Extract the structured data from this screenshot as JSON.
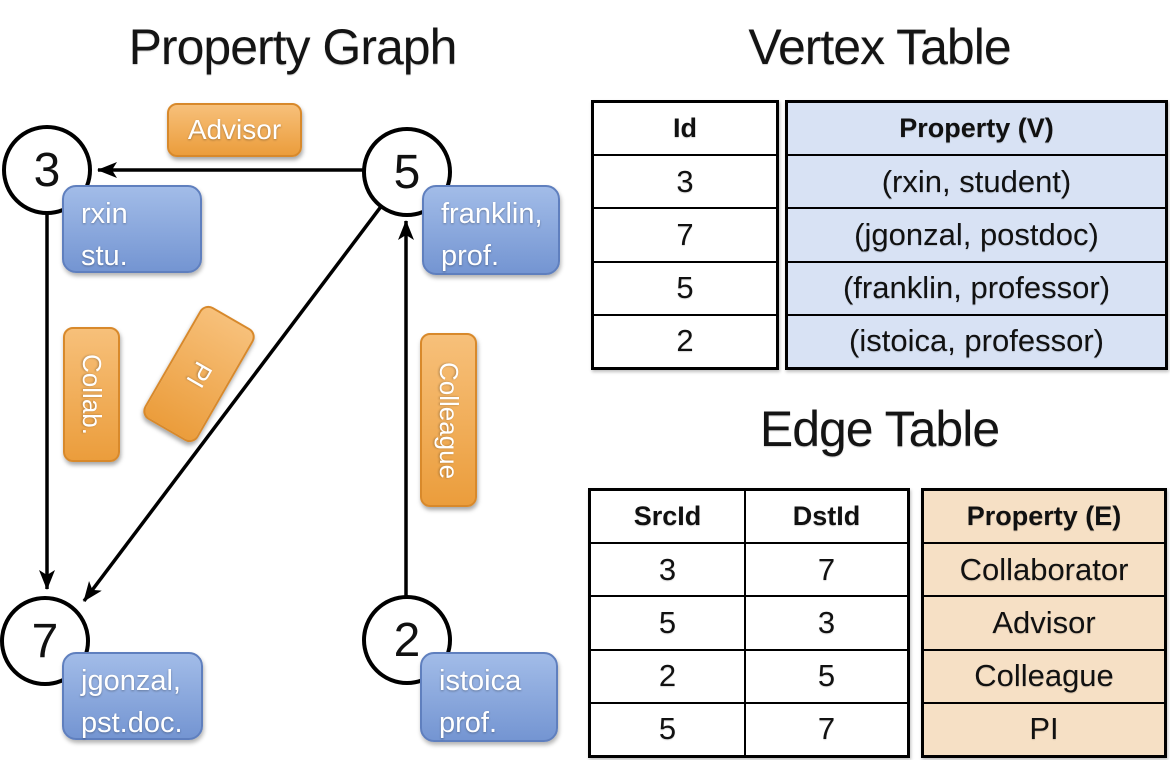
{
  "graph": {
    "title": "Property Graph",
    "vertices": {
      "v3": {
        "id": "3",
        "prop_line1": "rxin",
        "prop_line2": "stu."
      },
      "v5": {
        "id": "5",
        "prop_line1": "franklin,",
        "prop_line2": "prof."
      },
      "v7": {
        "id": "7",
        "prop_line1": "jgonzal,",
        "prop_line2": "pst.doc."
      },
      "v2": {
        "id": "2",
        "prop_line1": "istoica",
        "prop_line2": "prof."
      }
    },
    "edge_labels": {
      "advisor": "Advisor",
      "collab": "Collab.",
      "pi": "PI",
      "colleague": "Colleague"
    }
  },
  "vertex_table": {
    "title": "Vertex Table",
    "columns": {
      "id": "Id",
      "property": "Property (V)"
    },
    "rows": [
      {
        "id": "3",
        "property": "(rxin, student)"
      },
      {
        "id": "7",
        "property": "(jgonzal, postdoc)"
      },
      {
        "id": "5",
        "property": "(franklin, professor)"
      },
      {
        "id": "2",
        "property": "(istoica, professor)"
      }
    ]
  },
  "edge_table": {
    "title": "Edge Table",
    "columns": {
      "src": "SrcId",
      "dst": "DstId",
      "property": "Property (E)"
    },
    "rows": [
      {
        "src": "3",
        "dst": "7",
        "property": "Collaborator"
      },
      {
        "src": "5",
        "dst": "3",
        "property": "Advisor"
      },
      {
        "src": "2",
        "dst": "5",
        "property": "Colleague"
      },
      {
        "src": "5",
        "dst": "7",
        "property": "PI"
      }
    ]
  },
  "colors": {
    "edge_pill_orange_top": "#f7c07a",
    "edge_pill_orange_bottom": "#eb9d3c",
    "vertex_pill_blue_top": "#a2bce8",
    "vertex_pill_blue_bottom": "#7495d2",
    "vertex_table_property_fill": "#d8e2f4",
    "edge_table_property_fill": "#f6e0c5",
    "line_color": "#000000"
  }
}
